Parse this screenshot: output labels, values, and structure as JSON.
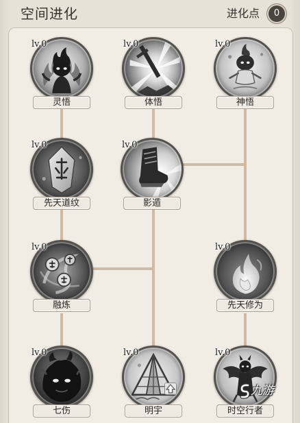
{
  "header": {
    "title": "空间进化",
    "points_label": "进化点",
    "points_value": "0"
  },
  "nodes": [
    {
      "level": "lv.0",
      "label": "灵悟",
      "icon": "flame-spirit-icon"
    },
    {
      "level": "lv.0",
      "label": "体悟",
      "icon": "sword-burst-icon"
    },
    {
      "level": "lv.0",
      "label": "神悟",
      "icon": "little-demon-icon"
    },
    {
      "level": "lv.0",
      "label": "先天道纹",
      "icon": "rune-tablet-icon"
    },
    {
      "level": "lv.0",
      "label": "影遁",
      "icon": "shadow-boot-icon"
    },
    {
      "level": "lv.0",
      "label": "融炼",
      "icon": "rune-coins-icon"
    },
    {
      "level": "lv.0",
      "label": "先天修为",
      "icon": "white-flame-icon"
    },
    {
      "level": "lv.0",
      "label": "七伤",
      "icon": "shadow-beast-icon"
    },
    {
      "level": "lv.0",
      "label": "明宇",
      "icon": "tent-structure-icon",
      "badge_icon": "upgrade-arrow-icon"
    },
    {
      "level": "lv.0",
      "label": "时空行者",
      "icon": "winged-walker-icon"
    }
  ],
  "watermark": {
    "text": "九游",
    "icon": "jiuyou-logo-icon"
  },
  "colors": {
    "page": "#e7e2d8",
    "panel": "#f1ede5",
    "line": "#cdbba7",
    "badge": "#4b453f",
    "orb_border": "#55524e",
    "text": "#36322d"
  }
}
